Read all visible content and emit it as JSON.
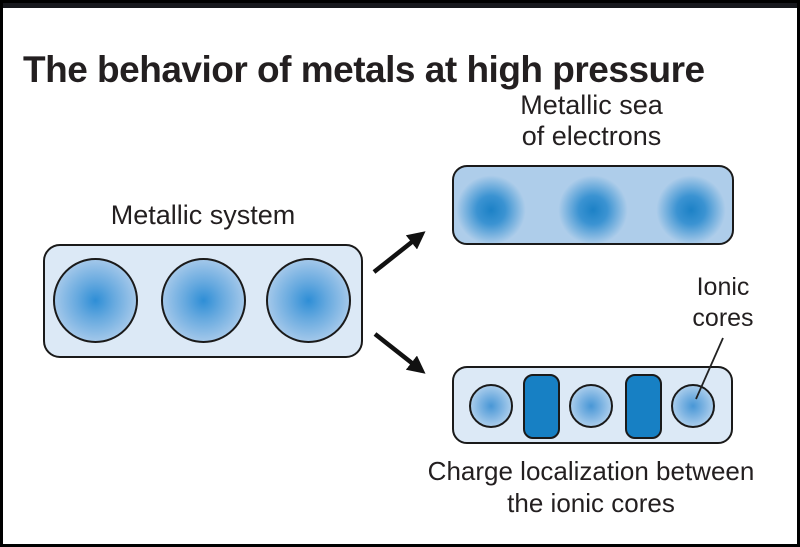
{
  "title": "The behavior of metals at high pressure",
  "metallic_system": {
    "label": "Metallic system",
    "atom_count": 3
  },
  "metallic_sea": {
    "label_line1": "Metallic sea",
    "label_line2": "of electrons",
    "electron_cloud_count": 3
  },
  "charge_localization": {
    "pointer_label_line1": "Ionic",
    "pointer_label_line2": "cores",
    "caption_line1": "Charge localization between",
    "caption_line2": "the ionic cores",
    "ionic_core_count": 3,
    "localized_charge_count": 2
  },
  "colors": {
    "top_bar": "#17181d",
    "page_border": "#000000",
    "text": "#231f20",
    "box_light_fill": "#dce9f6",
    "sea_fill": "#aecdea",
    "atom_center": "#2e8ed6",
    "atom_edge": "#c3dbf1",
    "charge_fill": "#1780c4",
    "outline": "#1a1a1a",
    "arrow": "#111111"
  }
}
